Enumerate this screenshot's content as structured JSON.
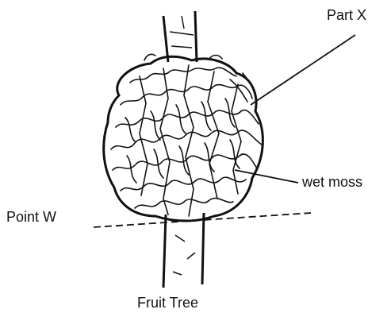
{
  "labels": {
    "part_x": "Part X",
    "wet_moss": "wet moss",
    "point_w": "Point W",
    "caption": "Fruit Tree"
  },
  "colors": {
    "ink": "#111111",
    "trunk_fill": "#ffffff",
    "background": "#ffffff"
  }
}
